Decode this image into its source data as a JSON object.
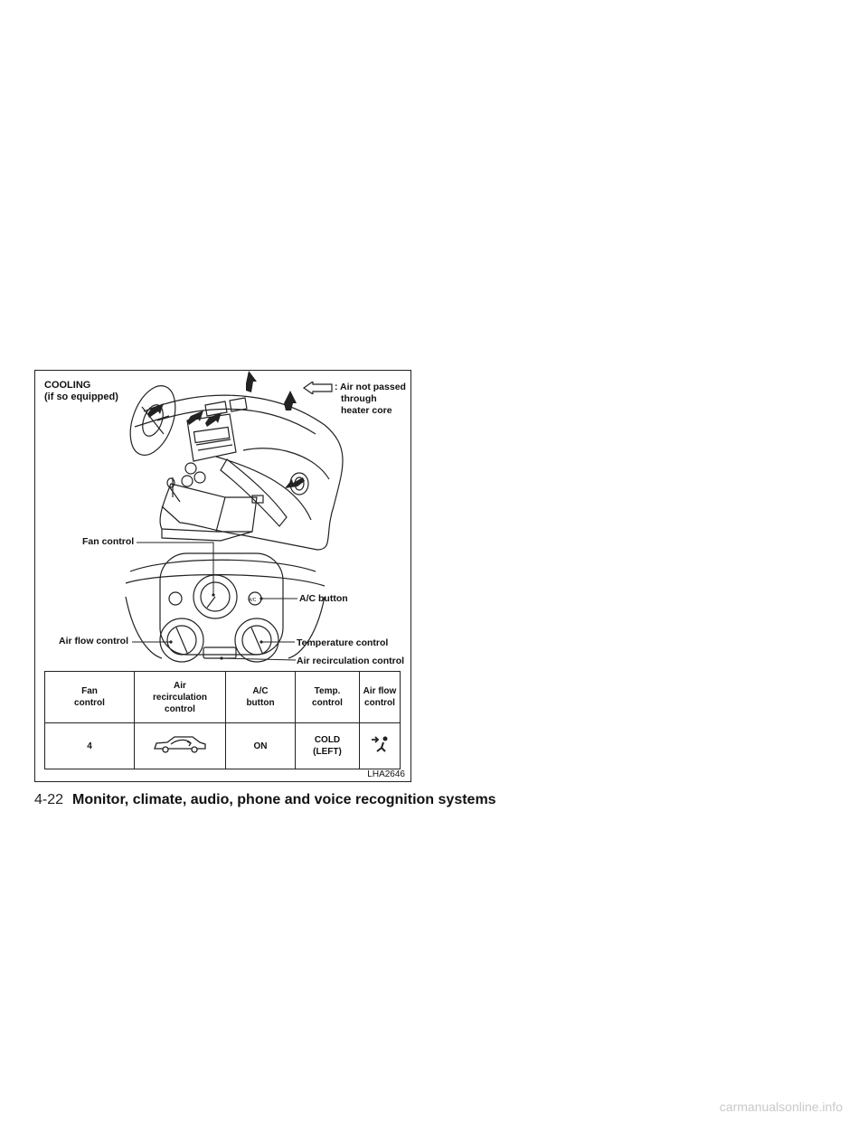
{
  "figure": {
    "title_line1": "COOLING",
    "title_line2": "(if so equipped)",
    "legend_line1": ": Air not passed",
    "legend_line2": "through",
    "legend_line3": "heater core",
    "callouts": {
      "fan_control": "Fan control",
      "ac_button": "A/C button",
      "air_flow_control": "Air flow control",
      "temperature_control": "Temperature control",
      "air_recirculation_control": "Air recirculation control"
    },
    "panel_ac_text": "A/C",
    "code": "LHA2646"
  },
  "table": {
    "headers": [
      [
        "Fan",
        "control"
      ],
      [
        "Air",
        "recirculation",
        "control"
      ],
      [
        "A/C",
        "button"
      ],
      [
        "Temp.",
        "control"
      ],
      [
        "Air flow",
        "control"
      ]
    ],
    "row": {
      "fan": "4",
      "recirculation_icon": "car-recirculation-icon",
      "ac": "ON",
      "temp_line1": "COLD",
      "temp_line2": "(LEFT)",
      "air_flow_icon": "vent-mode-icon"
    }
  },
  "footer": {
    "page": "4-22",
    "section": "Monitor, climate, audio, phone and voice recognition systems"
  },
  "watermark": "carmanualsonline.info"
}
